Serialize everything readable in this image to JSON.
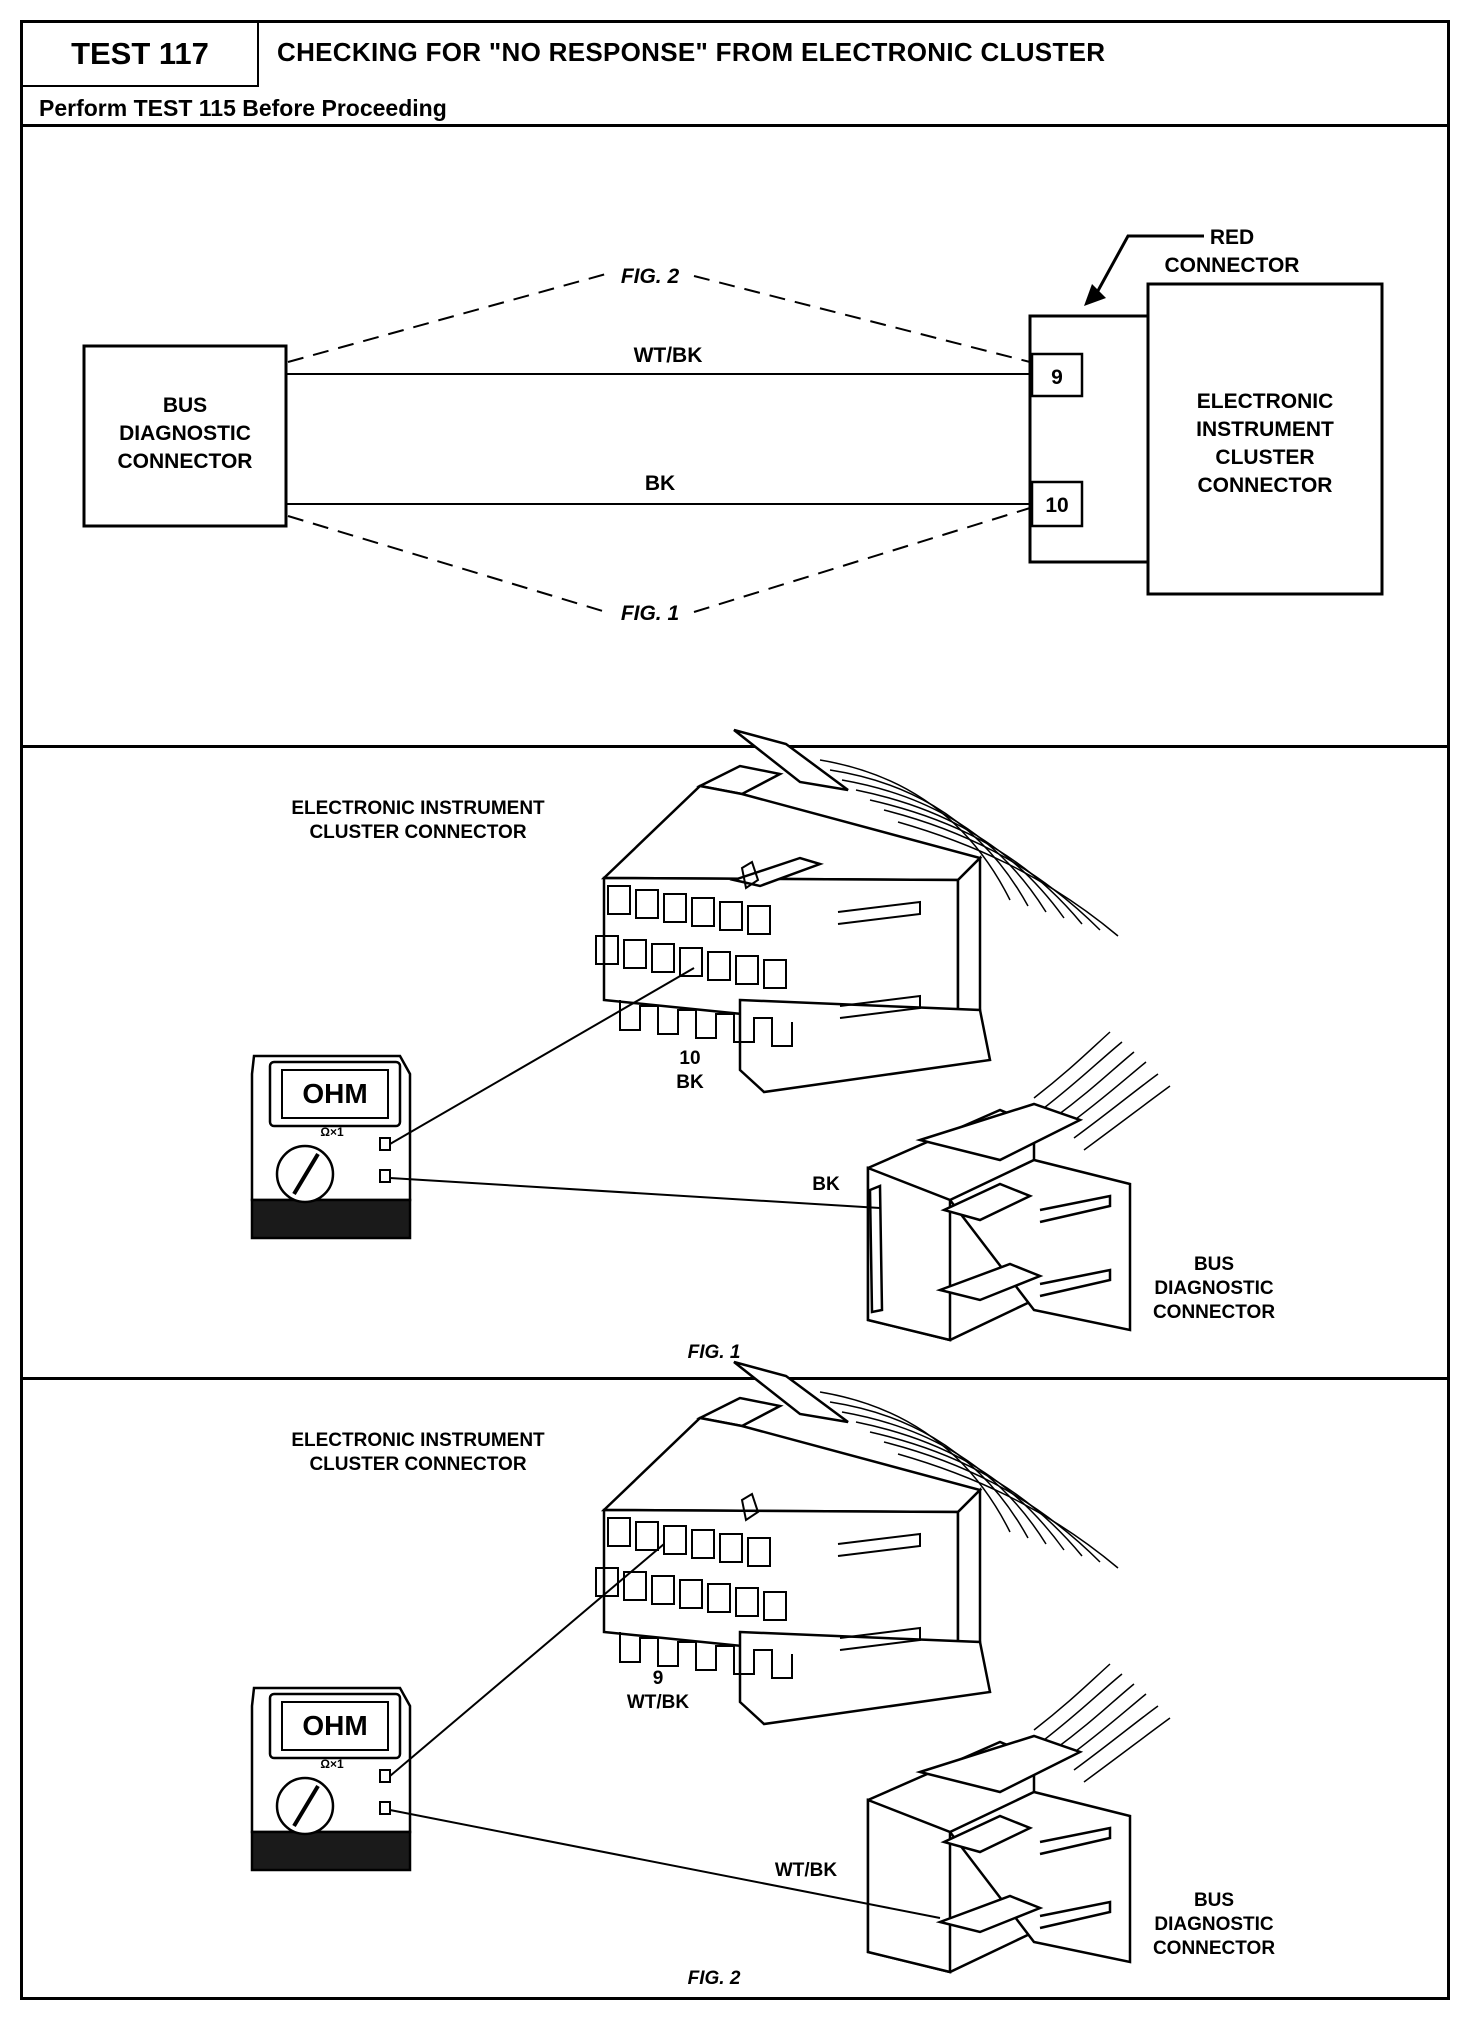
{
  "header": {
    "test_id": "TEST 117",
    "title": "CHECKING FOR \"NO RESPONSE\" FROM ELECTRONIC CLUSTER",
    "subtitle": "Perform TEST 115 Before Proceeding"
  },
  "schematic": {
    "bus_connector": [
      "BUS",
      "DIAGNOSTIC",
      "CONNECTOR"
    ],
    "red_connector": [
      "RED",
      "CONNECTOR"
    ],
    "cluster_connector": [
      "ELECTRONIC",
      "INSTRUMENT",
      "CLUSTER",
      "CONNECTOR"
    ],
    "pin_top": "9",
    "pin_bottom": "10",
    "wire_top": "WT/BK",
    "wire_bottom": "BK",
    "fig_top": "FIG. 2",
    "fig_bottom": "FIG. 1"
  },
  "fig1": {
    "cluster_label": [
      "ELECTRONIC INSTRUMENT",
      "CLUSTER CONNECTOR"
    ],
    "meter_display": "OHM",
    "meter_range": "Ω×1",
    "pin_label": [
      "10",
      "BK"
    ],
    "bus_wire": "BK",
    "bus_label": [
      "BUS",
      "DIAGNOSTIC",
      "CONNECTOR"
    ],
    "caption": "FIG. 1"
  },
  "fig2": {
    "cluster_label": [
      "ELECTRONIC INSTRUMENT",
      "CLUSTER CONNECTOR"
    ],
    "meter_display": "OHM",
    "meter_range": "Ω×1",
    "pin_label": [
      "9",
      "WT/BK"
    ],
    "bus_wire": "WT/BK",
    "bus_label": [
      "BUS",
      "DIAGNOSTIC",
      "CONNECTOR"
    ],
    "caption": "FIG. 2"
  }
}
